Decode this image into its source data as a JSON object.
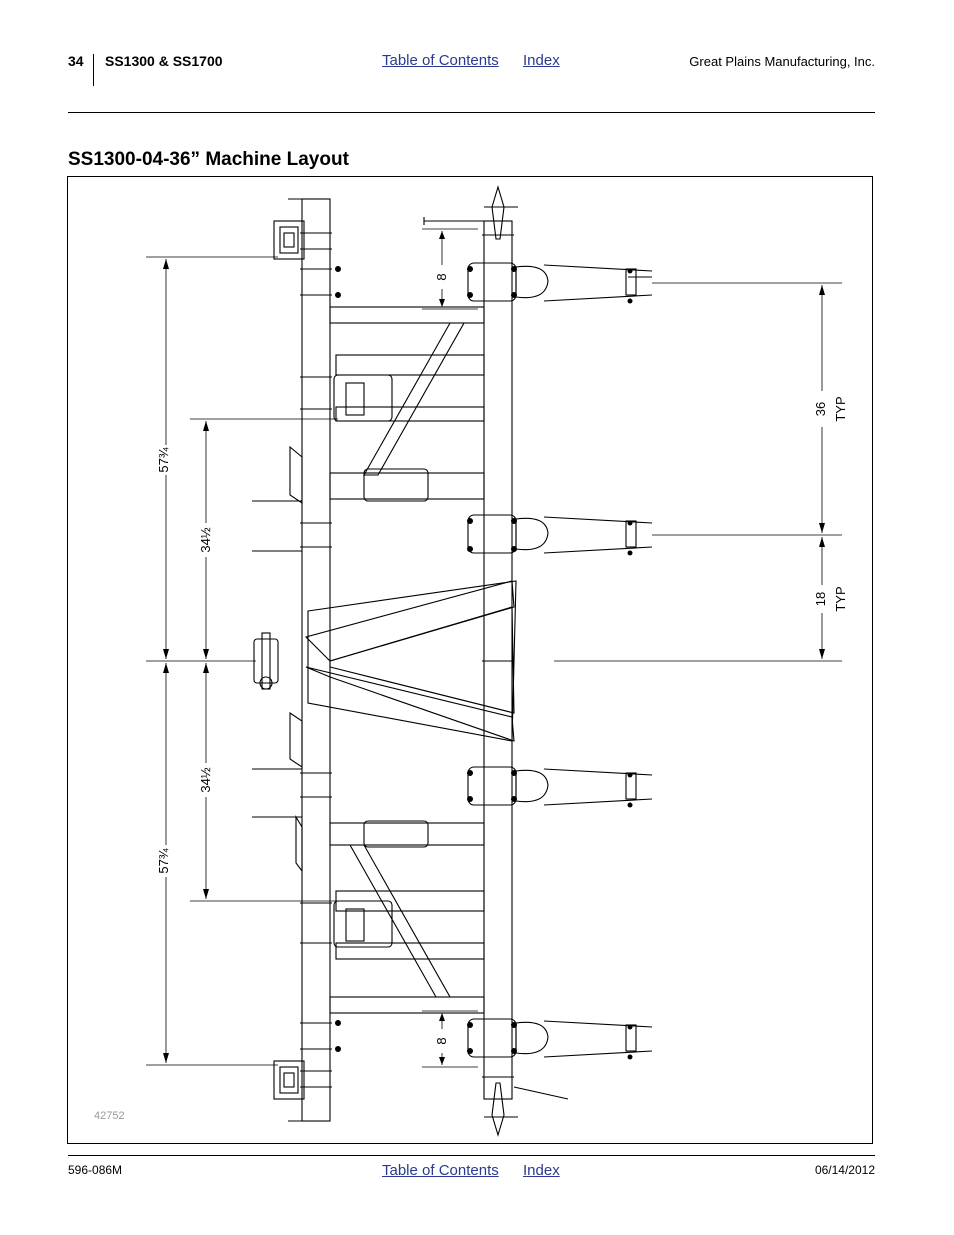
{
  "header": {
    "page_number": "34",
    "model": "SS1300 & SS1700",
    "toc_link": "Table of Contents",
    "index_link": "Index",
    "company": "Great Plains Manufacturing, Inc."
  },
  "title": "SS1300-04-36” Machine Layout",
  "figure": {
    "id": "42752",
    "dimensions": {
      "outer_top": "57¾",
      "inner_top": "34½",
      "inner_bottom": "34½",
      "outer_bottom": "57¾",
      "top_offset": "8",
      "bottom_offset": "8",
      "spacing": "36",
      "spacing_note": "TYP",
      "half_spacing": "18",
      "half_spacing_note": "TYP"
    }
  },
  "footer": {
    "doc_number": "596-086M",
    "toc_link": "Table of Contents",
    "index_link": "Index",
    "date": "06/14/2012"
  }
}
